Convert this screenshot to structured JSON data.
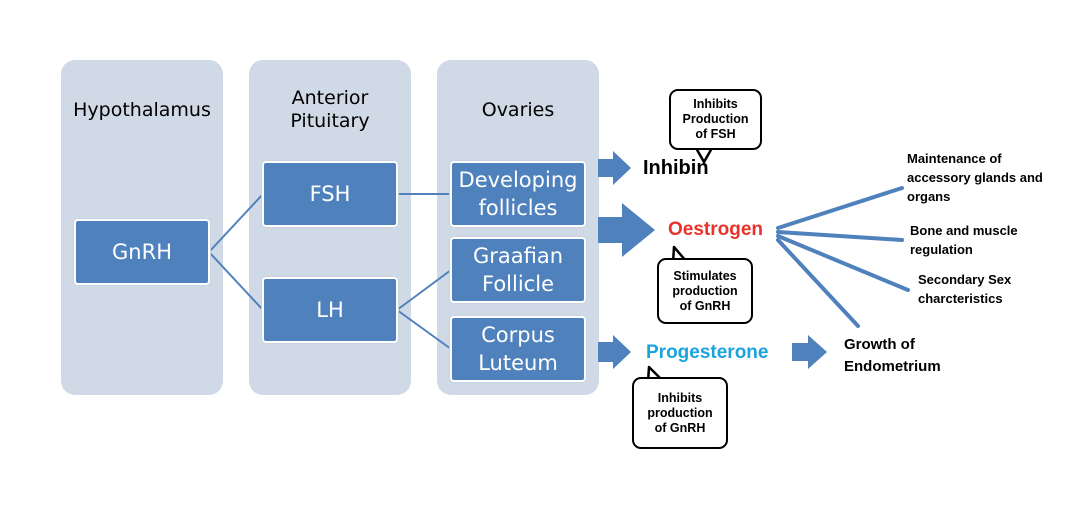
{
  "columns": {
    "hypothalamus": "Hypothalamus",
    "anterior_pituitary": "Anterior\nPituitary",
    "ovaries": "Ovaries"
  },
  "nodes": {
    "gnrh": "GnRH",
    "fsh": "FSH",
    "lh": "LH",
    "developing_follicles": "Developing follicles",
    "graafian_follicle": "Graafian Follicle",
    "corpus_luteum": "Corpus Luteum"
  },
  "hormones": {
    "inhibin": "Inhibin",
    "oestrogen": "Oestrogen",
    "progesterone": "Progesterone"
  },
  "callouts": {
    "inhibin_note": "Inhibits Production of FSH",
    "oestrogen_note": "Stimulates production of GnRH",
    "progesterone_note": "Inhibits production of GnRH"
  },
  "effects": {
    "accessory": "Maintenance of accessory glands and organs",
    "bone_muscle": "Bone and muscle regulation",
    "secondary_sex": "Secondary Sex charcteristics",
    "endometrium": "Growth of Endometrium"
  },
  "colors": {
    "column_bg": "#d0d9e6",
    "node_fill": "#4f81bd",
    "connector": "#4f81bd",
    "oestrogen_text": "#e8322b",
    "progesterone_text": "#1aa3de"
  }
}
